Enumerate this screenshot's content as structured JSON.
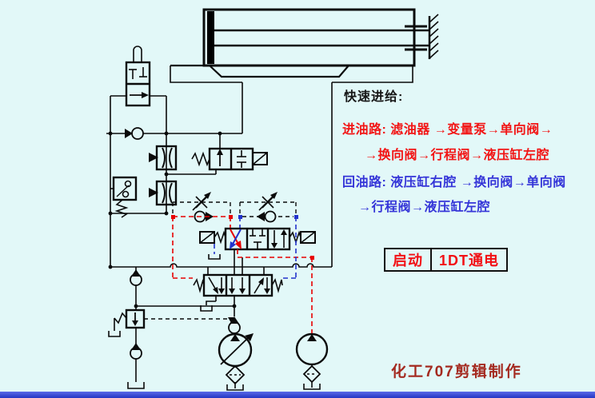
{
  "page": {
    "background": "#e2f8f8",
    "bottom_bar_color": "#3347d1"
  },
  "annotations": {
    "phase_title": "快速进给:",
    "inlet_line1": "进油路: 滤油器 →变量泵→单向阀→",
    "inlet_line2": "→换向阀→行程阀→液压缸左腔",
    "return_line1": "回油路: 液压缸右腔 →换向阀→单向阀",
    "return_line2": "→行程阀→液压缸左腔",
    "inlet_color": "#f21515",
    "return_color": "#3535d8",
    "status_box": {
      "action": "启动",
      "signal": "1DT通电",
      "text_color": "#f21015"
    },
    "credit": {
      "text": "化工707剪辑制作",
      "color": "#a42a20"
    }
  },
  "diagram": {
    "line_colors": {
      "pressure_path": "#e80000",
      "return_path": "#2233cc",
      "pilot_path": "#111111"
    },
    "components": [
      "hydraulic-cylinder",
      "worktable",
      "stroke-valve",
      "pilot-solenoid-valve",
      "main-directional-valve",
      "travel-valve",
      "one-way-throttle-left",
      "one-way-throttle-right",
      "check-valve",
      "relief-valve",
      "variable-pump",
      "fixed-pump",
      "oil-filter",
      "tank"
    ]
  }
}
